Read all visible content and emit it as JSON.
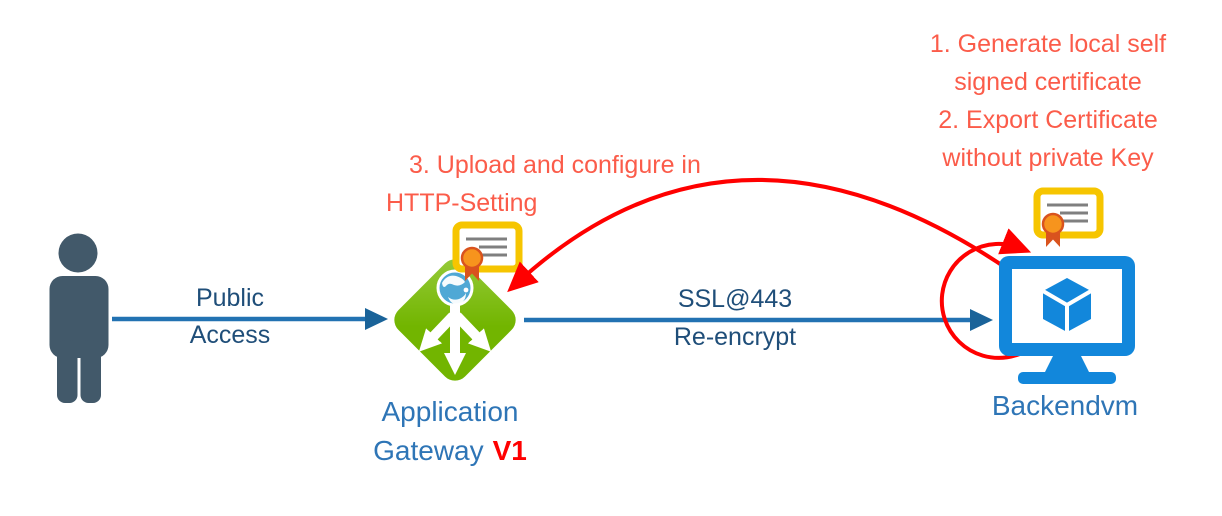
{
  "nodes": {
    "user": {
      "icon": "user-icon"
    },
    "app_gateway": {
      "icon": "app-gateway-icon",
      "certificate_icon": "certificate-icon",
      "label_line1": "Application",
      "label_line2": "Gateway",
      "version": "V1"
    },
    "backend_vm": {
      "icon": "virtual-machine-icon",
      "certificate_icon": "certificate-icon",
      "label": "Backendvm"
    }
  },
  "connections": {
    "public_access": {
      "label_line1": "Public",
      "label_line2": "Access"
    },
    "ssl": {
      "label_line1": "SSL@443",
      "label_line2": "Re-encrypt"
    }
  },
  "annotations": {
    "steps_1_2": {
      "line1": "1. Generate local self",
      "line2": "signed certificate",
      "line3": "2. Export Certificate",
      "line4": "without private Key"
    },
    "step_3": {
      "line1": "3. Upload and configure in",
      "line2": "HTTP-Setting"
    }
  },
  "colors": {
    "annotation_red": "#FB5C4A",
    "arrow_red": "#FF0000",
    "label_navy": "#1F4E79",
    "label_blue": "#2E75B6",
    "version_red": "#FF0000",
    "connector_blue": "#2272B2",
    "gateway_green": "#72B500",
    "certificate_gold": "#F6C500",
    "vm_blue": "#1287DB",
    "user_slate": "#42596A"
  }
}
